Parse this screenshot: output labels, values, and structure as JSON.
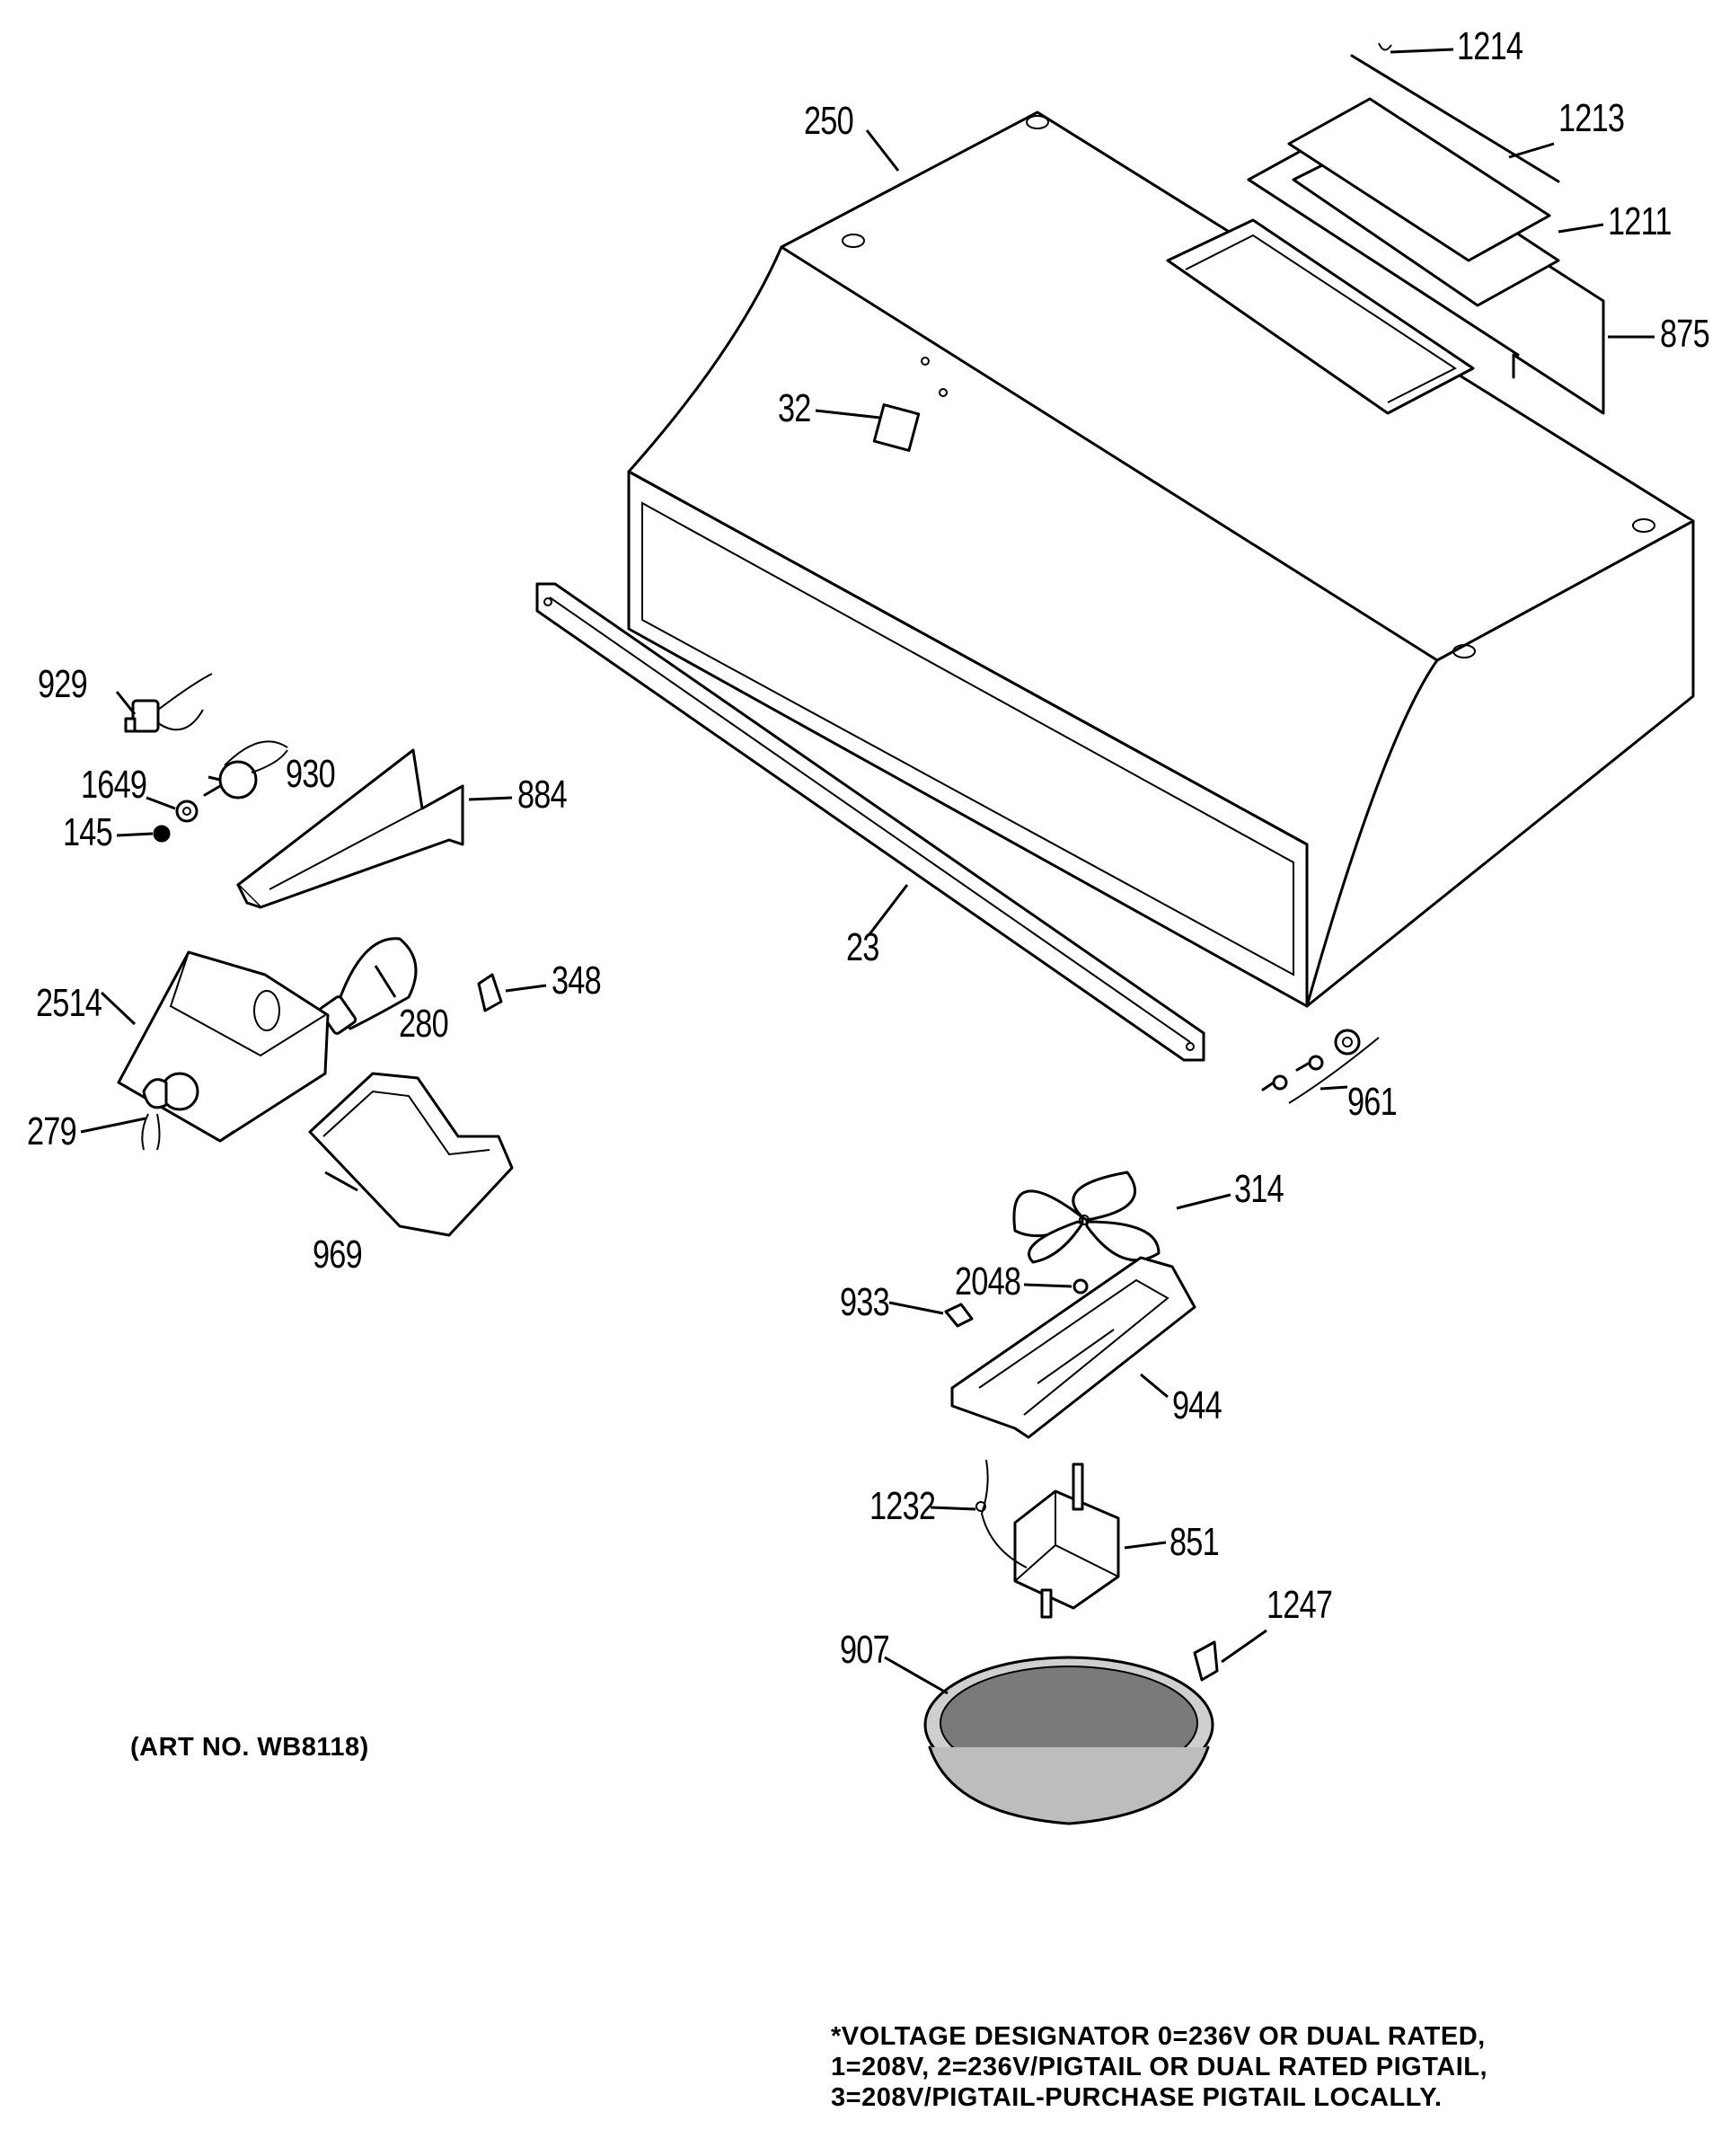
{
  "art_number": "(ART NO. WB8118)",
  "voltage_note": [
    "*VOLTAGE DESIGNATOR 0=236V OR DUAL RATED,",
    "1=208V, 2=236V/PIGTAIL OR DUAL RATED PIGTAIL,",
    "3=208V/PIGTAIL-PURCHASE PIGTAIL LOCALLY."
  ],
  "callouts": {
    "c1214": "1214",
    "c1213": "1213",
    "c1211": "1211",
    "c875": "875",
    "c250": "250",
    "c32": "32",
    "c929": "929",
    "c930": "930",
    "c1649": "1649",
    "c884": "884",
    "c145": "145",
    "c2514": "2514",
    "c280": "280",
    "c348": "348",
    "c279": "279",
    "c969": "969",
    "c23": "23",
    "c961": "961",
    "c314": "314",
    "c2048": "2048",
    "c933": "933",
    "c944": "944",
    "c1232": "1232",
    "c851": "851",
    "c1247": "1247",
    "c907": "907"
  }
}
